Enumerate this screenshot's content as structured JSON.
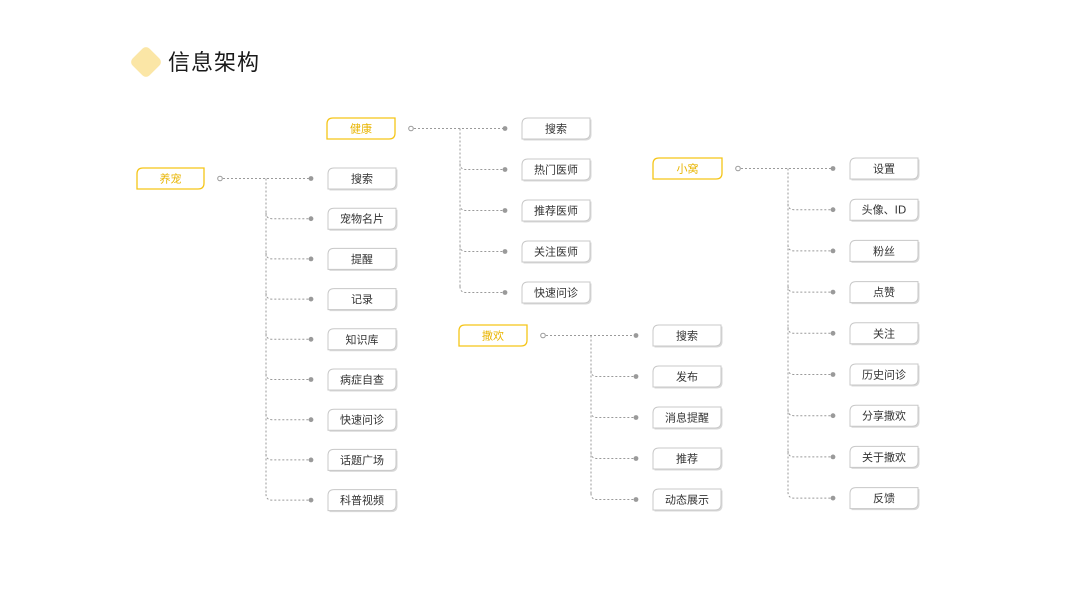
{
  "title": "信息架构",
  "colors": {
    "accent": "#f5c518",
    "accent_text": "#e8b400",
    "box_border": "#c8c8c8",
    "connector": "#9a9a9a",
    "title_diamond": "#fbe6a6"
  },
  "groups": [
    {
      "root": "养宠",
      "children": [
        "搜索",
        "宠物名片",
        "提醒",
        "记录",
        "知识库",
        "病症自查",
        "快速问诊",
        "话题广场",
        "科普视频"
      ]
    },
    {
      "root": "健康",
      "children": [
        "搜索",
        "热门医师",
        "推荐医师",
        "关注医师",
        "快速问诊"
      ]
    },
    {
      "root": "撒欢",
      "children": [
        "搜索",
        "发布",
        "消息提醒",
        "推荐",
        "动态展示"
      ]
    },
    {
      "root": "小窝",
      "children": [
        "设置",
        "头像、ID",
        "粉丝",
        "点赞",
        "关注",
        "历史问诊",
        "分享撒欢",
        "关于撒欢",
        "反馈"
      ]
    }
  ]
}
